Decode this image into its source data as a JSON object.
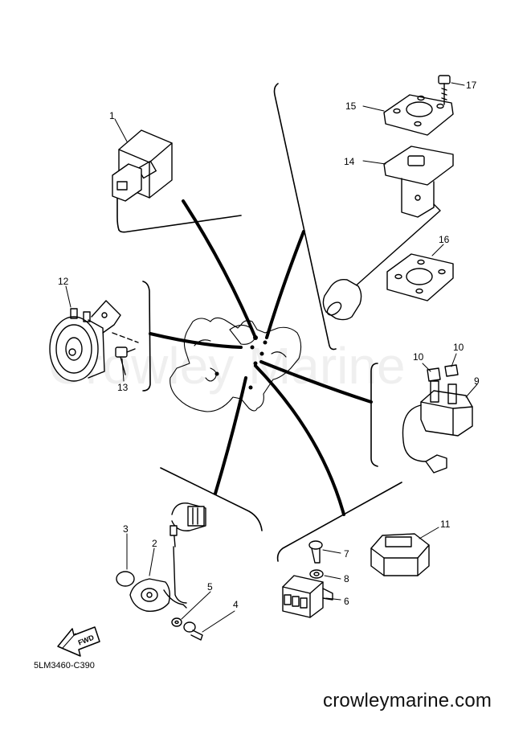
{
  "diagram_code": "5LM3460-C390",
  "site_footer": "crowleymarine.com",
  "watermark": "Crowley Marine",
  "fwd_label": "FWD",
  "callouts": [
    "1",
    "2",
    "3",
    "4",
    "5",
    "6",
    "7",
    "8",
    "9",
    "10",
    "10",
    "11",
    "12",
    "13",
    "14",
    "15",
    "16",
    "17"
  ]
}
